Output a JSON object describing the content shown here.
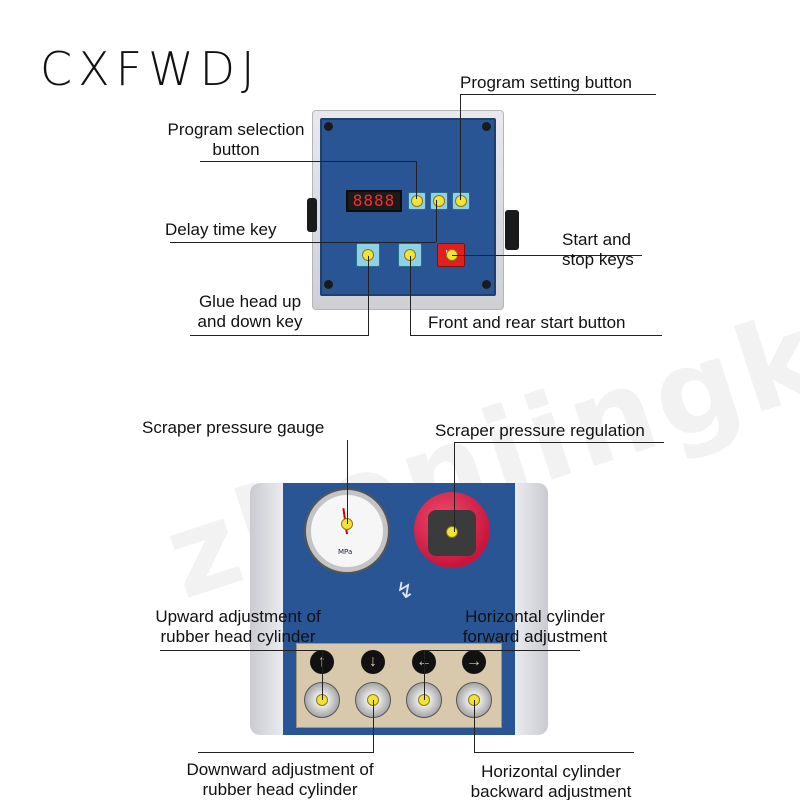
{
  "brand": "CXFWDJ",
  "watermark": "zhenjingkeji",
  "top_panel": {
    "display": "8888",
    "labels": {
      "program_setting": "Program setting button",
      "program_selection_line1": "Program selection",
      "program_selection_line2": "button",
      "delay_time": "Delay time key",
      "start_stop_line1": "Start and",
      "start_stop_line2": "stop keys",
      "glue_head_line1": "Glue head up",
      "glue_head_line2": "and down key",
      "front_rear": "Front and rear start button"
    }
  },
  "bottom_panel": {
    "gauge": {
      "unit": "MPa"
    },
    "labels": {
      "scraper_gauge": "Scraper pressure gauge",
      "scraper_regulation": "Scraper pressure regulation",
      "upward_line1": "Upward adjustment of",
      "upward_line2": "rubber head cylinder",
      "horizontal_fwd_line1": "Horizontal cylinder",
      "horizontal_fwd_line2": "forward adjustment",
      "downward_line1": "Downward adjustment of",
      "downward_line2": "rubber head cylinder",
      "horizontal_back_line1": "Horizontal cylinder",
      "horizontal_back_line2": "backward adjustment"
    },
    "direction_icons": [
      "up-arrow-icon",
      "down-arrow-icon",
      "left-arrow-icon",
      "right-arrow-icon"
    ]
  },
  "colors": {
    "panel_blue": "#2a5595",
    "indicator_yellow": "#f3e23a",
    "start_red": "#e01f1f",
    "regulator_red": "#c7163d"
  }
}
